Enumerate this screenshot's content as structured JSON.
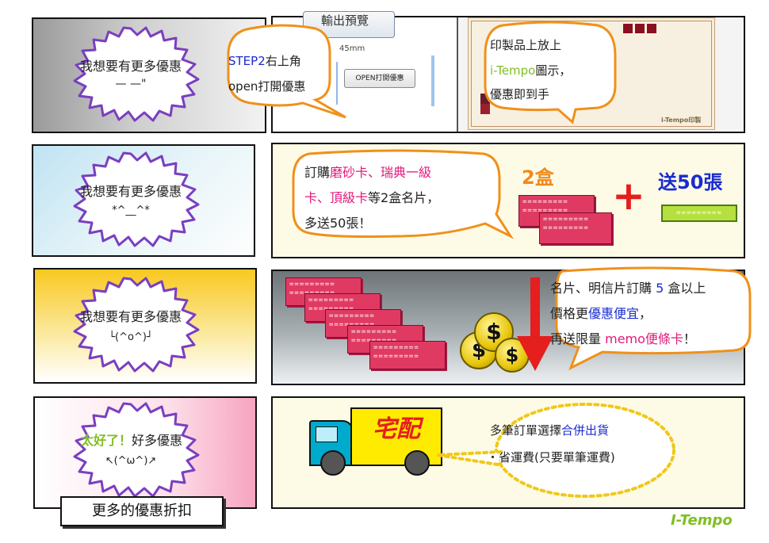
{
  "row1": {
    "left_bubble": {
      "line1": "我想要有更多優惠",
      "line2": "— —\""
    },
    "step_bubble": {
      "step": "STEP2",
      "line1_rest": "右上角",
      "line2": "open打開優惠"
    },
    "screenshot": {
      "partial_button_label": "輸出預覽",
      "dimension": "45mm",
      "open_button": "OPEN打開優惠"
    },
    "logo_bubble": {
      "line1": "印製品上放上",
      "brand": "i-Tempo",
      "line2_rest": "圖示，",
      "line3": "優惠即到手"
    },
    "watermark": "i-Tempo印製"
  },
  "row2": {
    "left_bubble": {
      "line1": "我想要有更多優惠",
      "line2": "*^__^*"
    },
    "offer_bubble": {
      "l1_prefix": "訂購",
      "l1_highlight": "磨砂卡、瑞典一級",
      "l2_highlight": "卡、頂級卡",
      "l2_rest": "等2盒名片，",
      "l3": "多送50張！"
    },
    "qty_label": "2盒",
    "bonus_label": "送50張",
    "plus_sign": "+"
  },
  "row3": {
    "left_bubble": {
      "line1": "我想要有更多優惠",
      "line2": "└(^o^)┘"
    },
    "offer_bubble": {
      "l1_prefix": "名片、明信片訂購",
      "l1_num": "5",
      "l1_rest": "盒以上",
      "l2_prefix": "價格更",
      "l2_highlight": "優惠便宜",
      "l2_rest": "，",
      "l3_prefix": "再送限量",
      "l3_highlight": "memo便條卡",
      "l3_rest": "！"
    },
    "coin_symbol": "$"
  },
  "row4": {
    "left_bubble": {
      "highlight": "太好了！",
      "rest": "好多優惠",
      "line2": "↖(^ω^)↗"
    },
    "truck_label": "宅配",
    "offer_bubble": {
      "l1_prefix": "多筆訂單選擇",
      "l1_highlight": "合併出貨",
      "l2": "・省運費(只要單筆運費)"
    },
    "caption": "更多的優惠折扣"
  },
  "brand_footer": "I-Tempo",
  "card_pattern": "=========",
  "colors": {
    "accent_blue": "#1a2bd0",
    "accent_pink": "#e01a7a",
    "accent_green": "#7fbf22",
    "accent_red": "#e51e1e",
    "bubble_border": "#7a3fc0",
    "orange_border": "#f0901a"
  }
}
